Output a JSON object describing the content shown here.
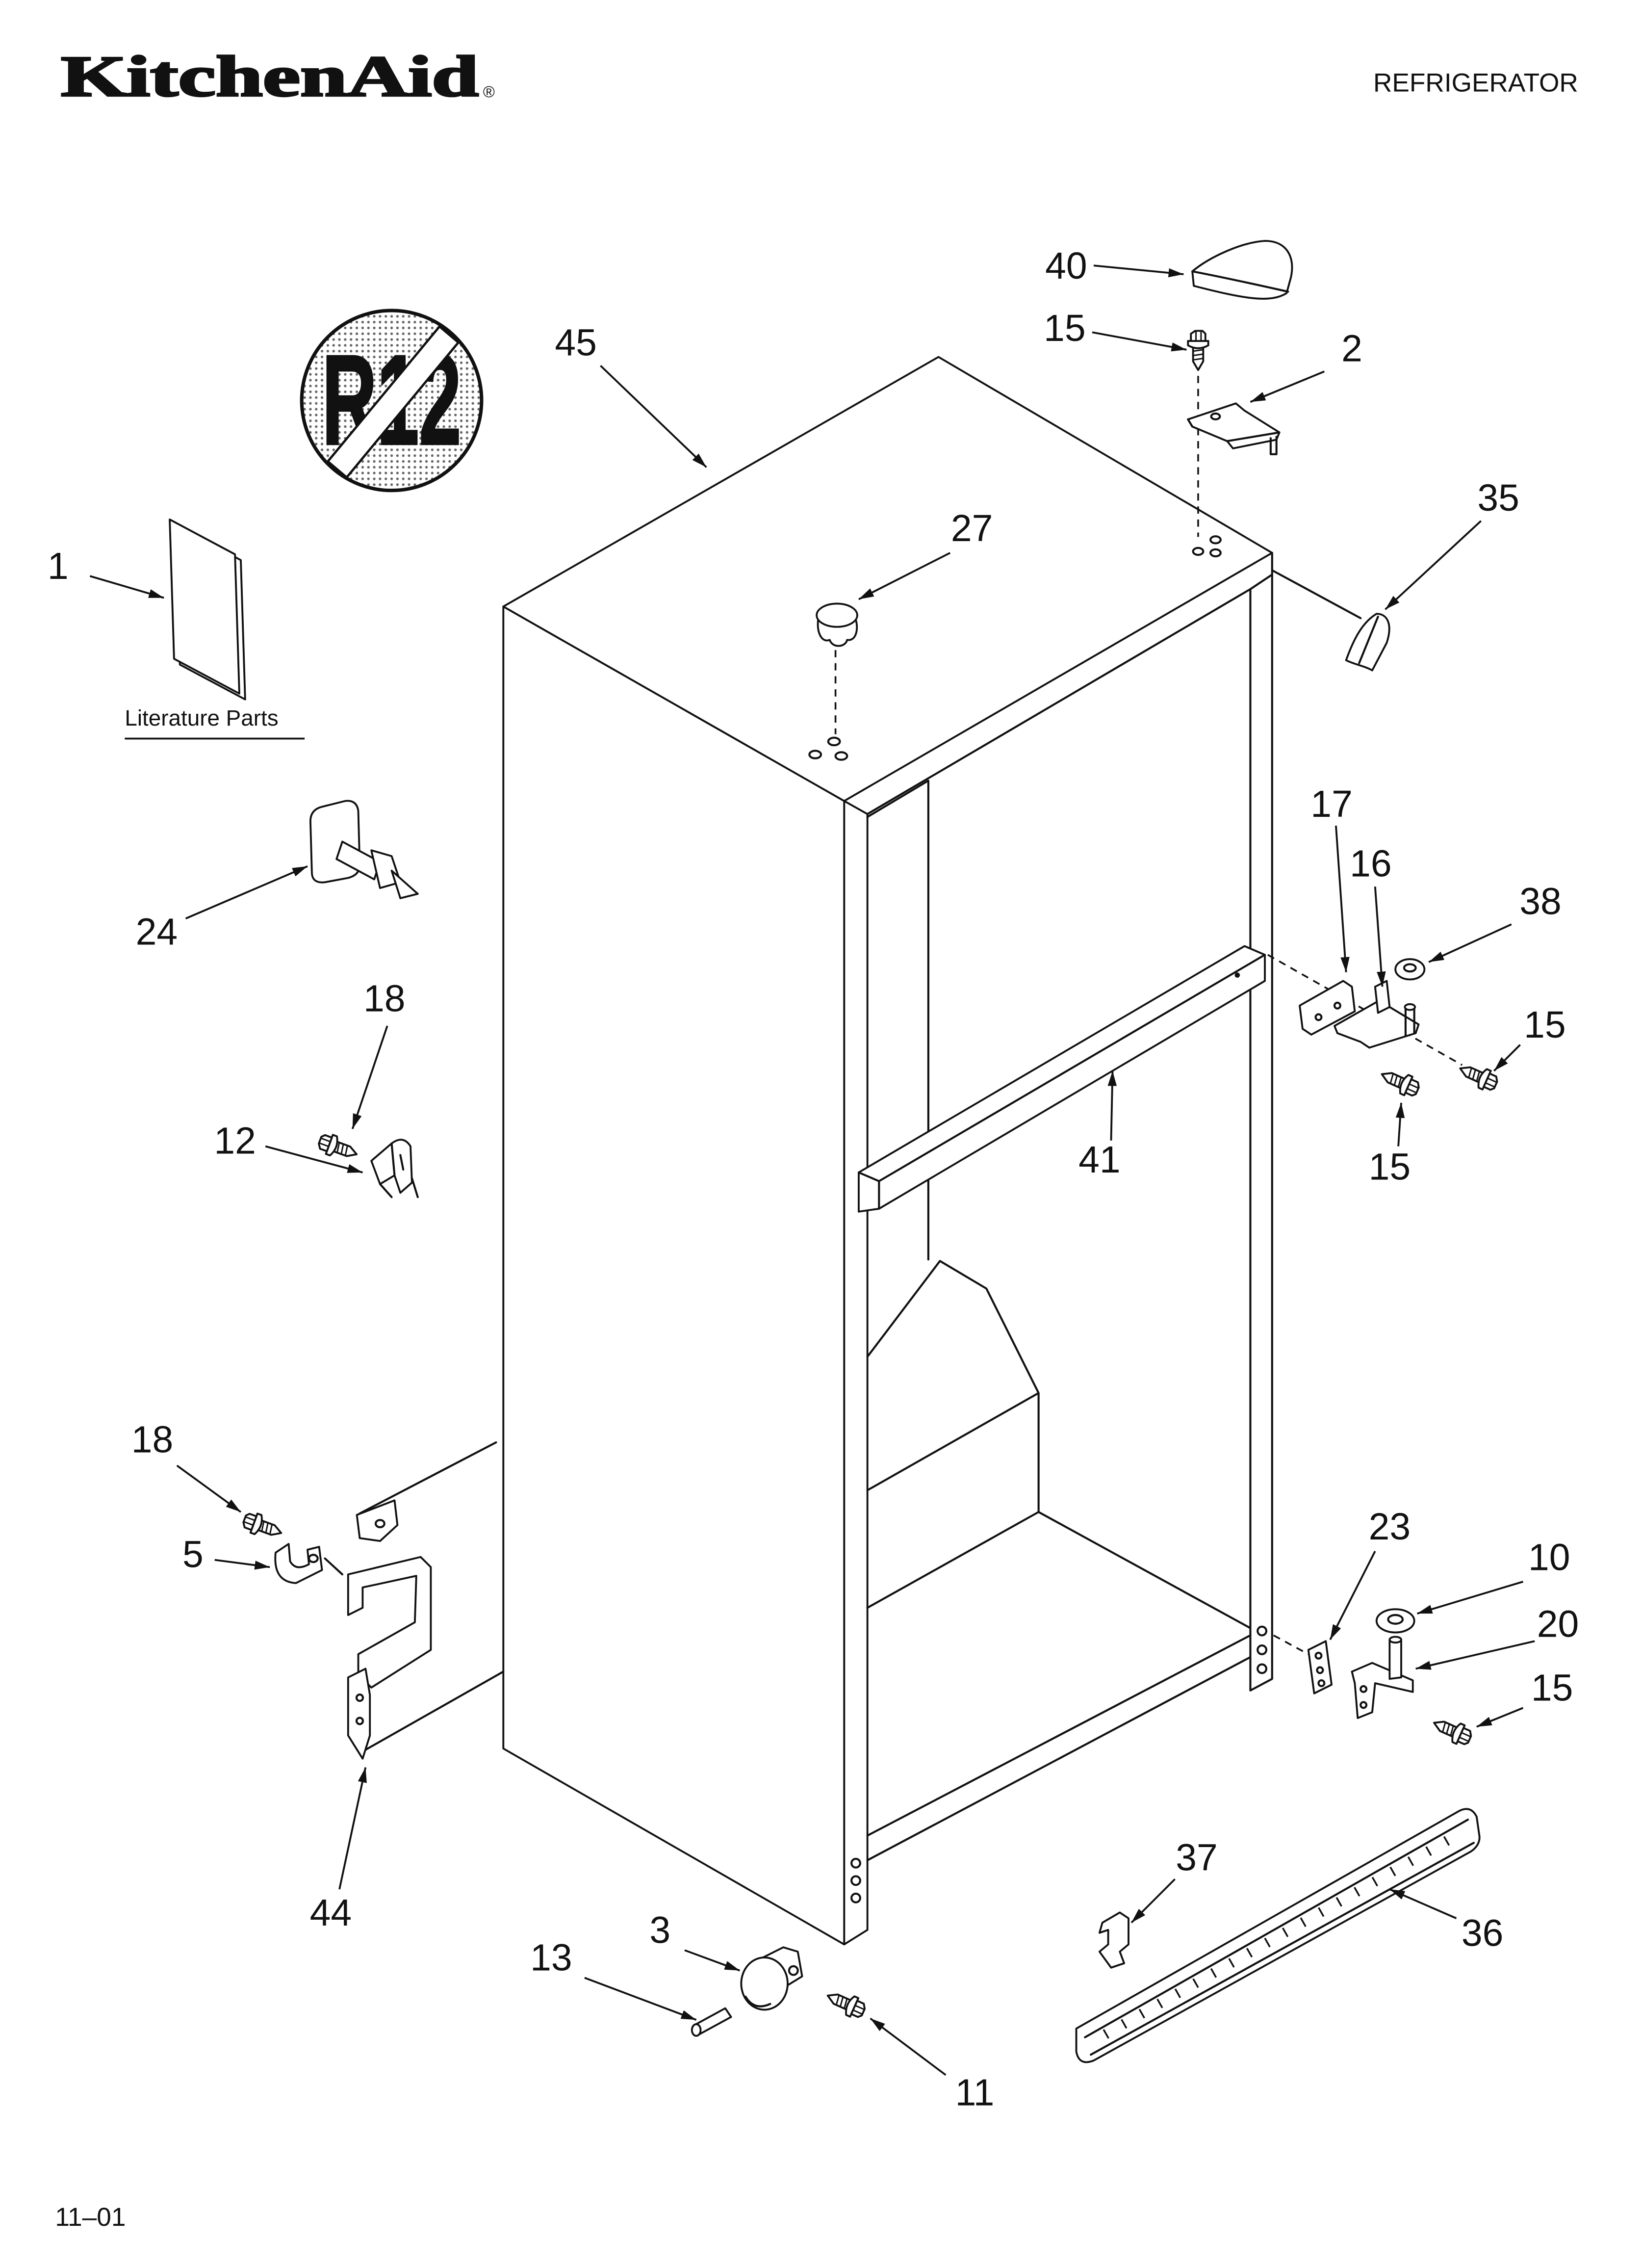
{
  "header": {
    "brand": "KitchenAid",
    "registered_mark": "®",
    "product": "REFRIGERATOR"
  },
  "no_refrigerant_symbol": {
    "text": "R12"
  },
  "literature": {
    "label": "Literature Parts"
  },
  "callouts": [
    "40",
    "15",
    "2",
    "45",
    "35",
    "27",
    "1",
    "17",
    "16",
    "38",
    "15",
    "15",
    "24",
    "18",
    "12",
    "41",
    "18",
    "5",
    "23",
    "10",
    "20",
    "15",
    "44",
    "37",
    "36",
    "3",
    "13",
    "11"
  ],
  "footer": {
    "date_code": "11–01"
  }
}
